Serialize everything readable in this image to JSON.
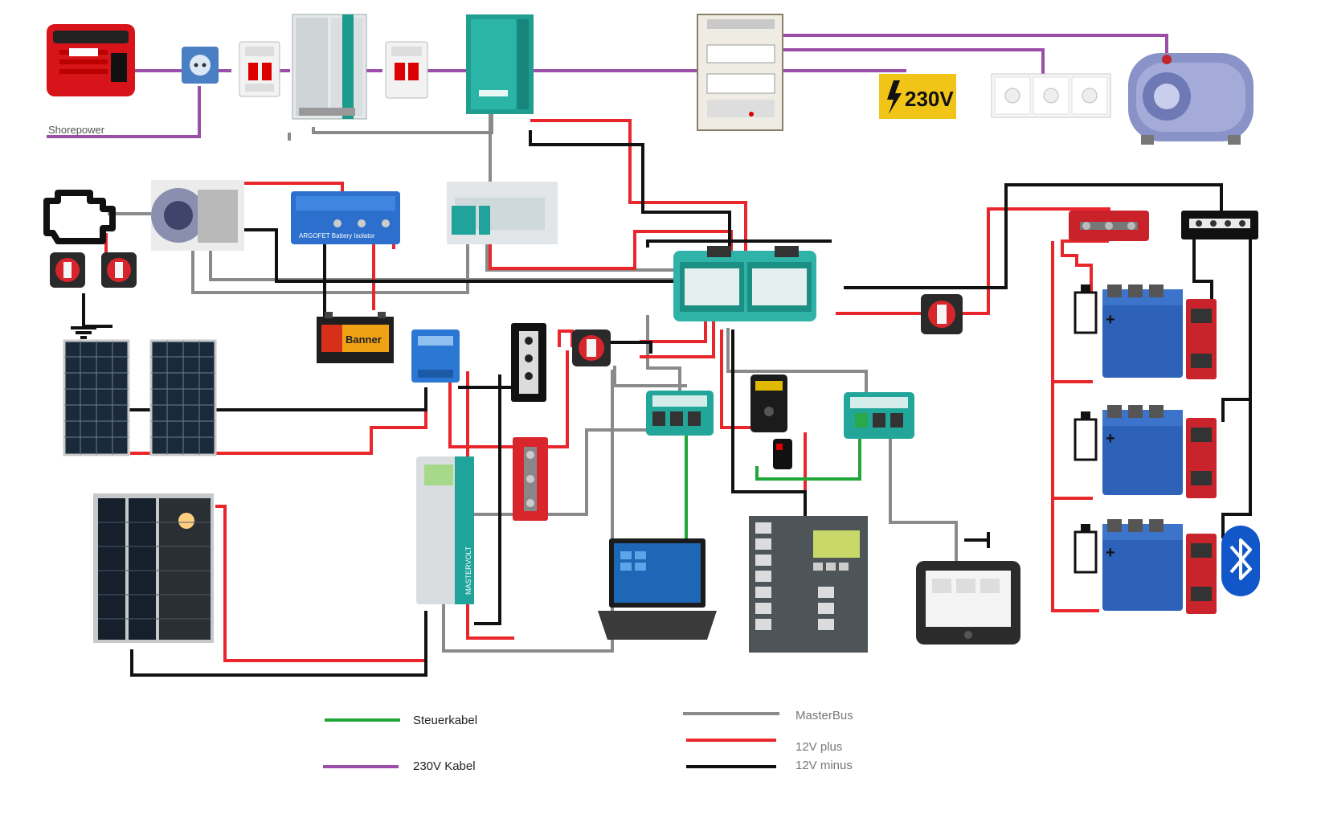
{
  "labels": {
    "shorepower": "Shorepower",
    "voltage_sign": "230V",
    "battery_brand": "Banner",
    "isolator_name": "ARGOFET Battery Isolator",
    "charger_brand": "MASTERVOLT"
  },
  "legend": {
    "steuerkabel": "Steuerkabel",
    "kabel_230v": "230V Kabel",
    "masterbus": "MasterBus",
    "plus_12v": "12V plus",
    "minus_12v": "12V minus"
  },
  "wire_colors": {
    "steuerkabel": "#21a63a",
    "kabel_230v": "#9b4ea8",
    "masterbus": "#8a8a8a",
    "plus_12v": "#e8262b",
    "minus_12v": "#111111"
  },
  "icons": [
    "generator-icon",
    "shore-socket-icon",
    "breaker-icon",
    "isolation-transformer-icon",
    "inverter-charger-icon",
    "distribution-panel-icon",
    "voltage-sign-icon",
    "wall-socket-icon",
    "water-heater-icon",
    "engine-icon",
    "alternator-icon",
    "battery-isolator-icon",
    "dc-dc-converter-icon",
    "battery-switch-icon",
    "ground-icon",
    "starter-battery-icon",
    "solar-panel-icon",
    "mppt-controller-icon",
    "busbar-icon",
    "masterbus-hub-icon",
    "fuse-icon",
    "lithium-battery-icon",
    "bms-icon",
    "bluetooth-icon",
    "laptop-icon",
    "switch-panel-icon",
    "touch-display-icon",
    "solar-charger-icon",
    "relay-icon"
  ]
}
